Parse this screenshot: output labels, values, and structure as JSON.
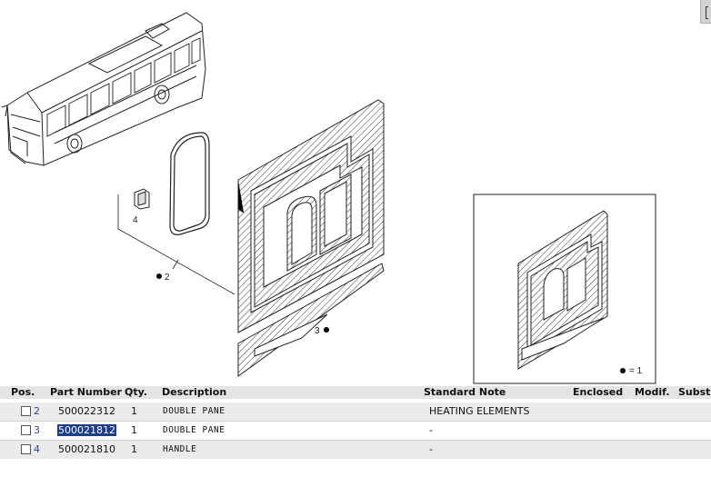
{
  "diagram": {
    "callouts": {
      "pos2": "2",
      "pos3": "3",
      "pos4": "4"
    },
    "legend": "= 1"
  },
  "table": {
    "headers": {
      "pos": "Pos.",
      "part_number": "Part Number",
      "qty": "Qty.",
      "description": "Description",
      "standard_note": "Standard Note",
      "enclosed": "Enclosed",
      "modif": "Modif.",
      "subst": "Subst"
    },
    "rows": [
      {
        "pos": "2",
        "part_number": "500022312",
        "qty": "1",
        "description": "DOUBLE PANE",
        "standard_note": "HEATING ELEMENTS",
        "selected": false
      },
      {
        "pos": "3",
        "part_number": "500021812",
        "qty": "1",
        "description": "DOUBLE PANE",
        "standard_note": "-",
        "selected": true
      },
      {
        "pos": "4",
        "part_number": "500021810",
        "qty": "1",
        "description": "HANDLE",
        "standard_note": "-",
        "selected": false
      }
    ]
  }
}
